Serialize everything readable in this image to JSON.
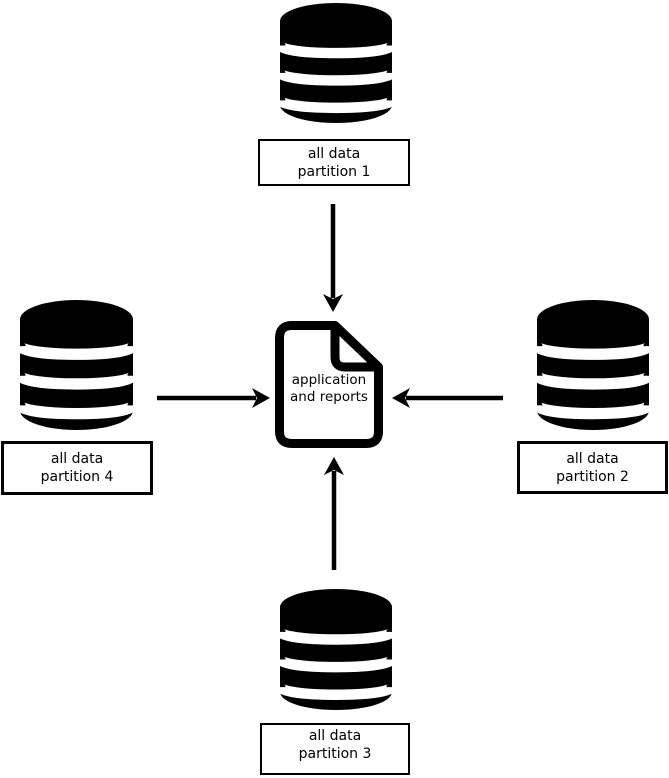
{
  "diagram": {
    "colors": {
      "ink": "#000000",
      "background": "#ffffff"
    },
    "center_node": {
      "icon": "document",
      "label": [
        "application",
        "and reports"
      ]
    },
    "partitions": [
      {
        "icon": "database",
        "position": "top",
        "label": [
          "all data",
          "partition 1"
        ]
      },
      {
        "icon": "database",
        "position": "right",
        "label": [
          "all data",
          "partition 2"
        ]
      },
      {
        "icon": "database",
        "position": "bottom",
        "label": [
          "all data",
          "partition 3"
        ]
      },
      {
        "icon": "database",
        "position": "left",
        "label": [
          "all data",
          "partition 4"
        ]
      }
    ],
    "arrows": [
      {
        "from": "partition 1",
        "to": "application and reports",
        "direction": "down"
      },
      {
        "from": "partition 2",
        "to": "application and reports",
        "direction": "left"
      },
      {
        "from": "partition 3",
        "to": "application and reports",
        "direction": "up"
      },
      {
        "from": "partition 4",
        "to": "application and reports",
        "direction": "right"
      }
    ]
  }
}
